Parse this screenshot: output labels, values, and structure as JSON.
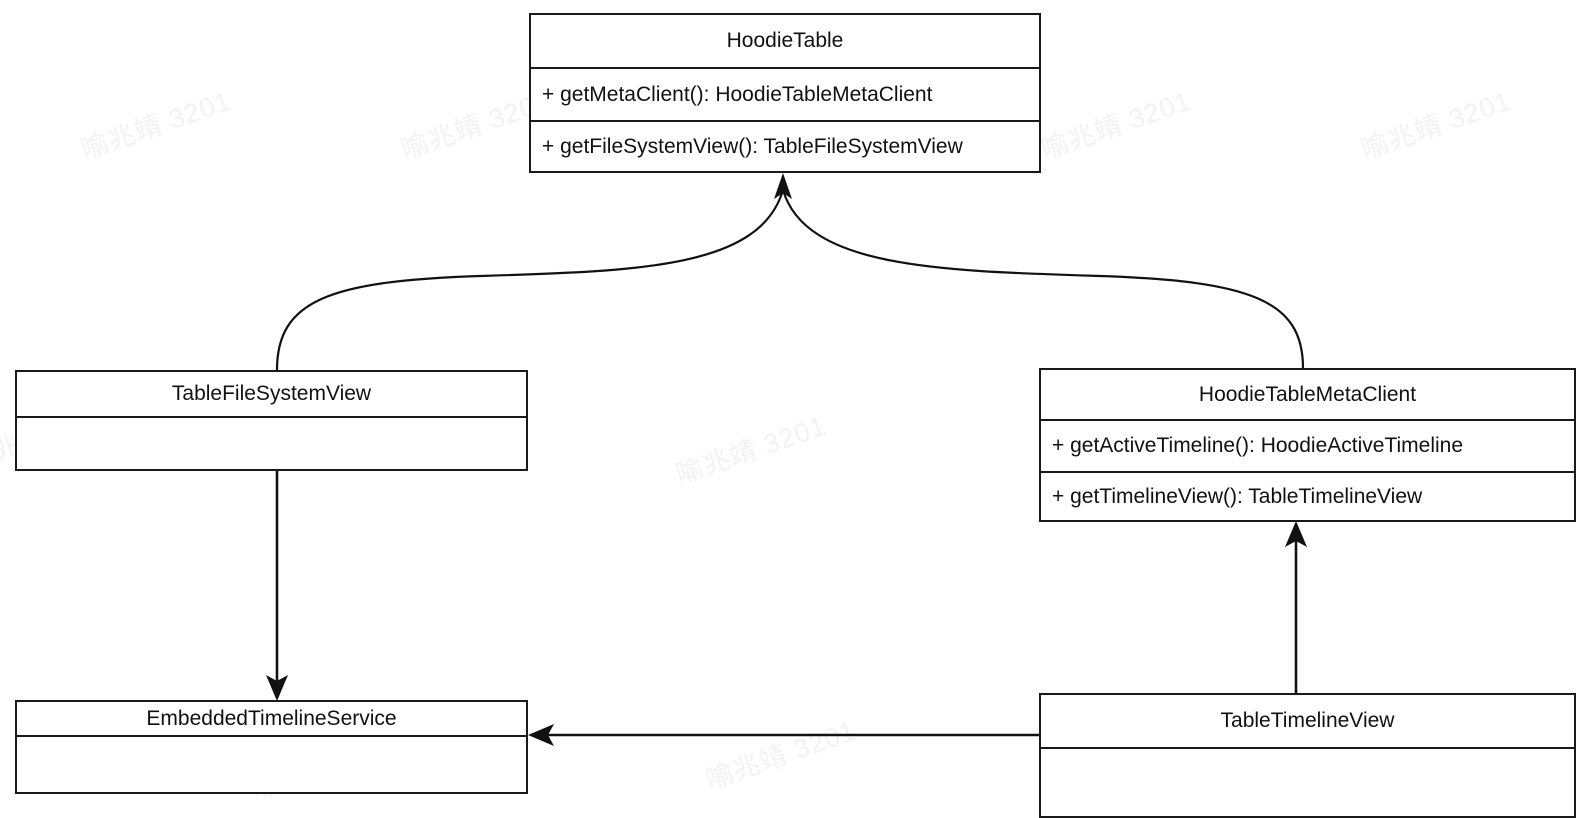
{
  "diagram": {
    "type": "uml-class-diagram",
    "background": "#ffffff",
    "line_color": "#1a1a1a",
    "text_color": "#111111",
    "watermark": {
      "text": "喻兆靖 3201",
      "color": "#f2f2f2",
      "rotation_deg": -19
    }
  },
  "classes": {
    "hoodie_table": {
      "name": "HoodieTable",
      "members": [
        "+ getMetaClient(): HoodieTableMetaClient",
        "+ getFileSystemView(): TableFileSystemView"
      ]
    },
    "table_file_system_view": {
      "name": "TableFileSystemView",
      "members": []
    },
    "hoodie_table_meta_client": {
      "name": "HoodieTableMetaClient",
      "members": [
        "+ getActiveTimeline(): HoodieActiveTimeline",
        "+ getTimelineView(): TableTimelineView"
      ]
    },
    "embedded_timeline_service": {
      "name": "EmbeddedTimelineService",
      "members": []
    },
    "table_timeline_view": {
      "name": "TableTimelineView",
      "members": []
    }
  },
  "relations": [
    {
      "id": "fsview-to-hoodietable",
      "from": "table_file_system_view",
      "to": "hoodie_table",
      "style": "curved",
      "arrowhead": "solid-filled"
    },
    {
      "id": "metaclient-to-hoodietable",
      "from": "hoodie_table_meta_client",
      "to": "hoodie_table",
      "style": "curved",
      "arrowhead": "solid-filled"
    },
    {
      "id": "fsview-to-embeddedtimeline",
      "from": "table_file_system_view",
      "to": "embedded_timeline_service",
      "style": "straight-vertical",
      "arrowhead": "solid-filled"
    },
    {
      "id": "timelineview-to-metaclient",
      "from": "table_timeline_view",
      "to": "hoodie_table_meta_client",
      "style": "straight-vertical",
      "arrowhead": "solid-filled"
    },
    {
      "id": "timelineview-to-embeddedtimeline",
      "from": "table_timeline_view",
      "to": "embedded_timeline_service",
      "style": "straight-horizontal",
      "arrowhead": "solid-filled"
    }
  ]
}
